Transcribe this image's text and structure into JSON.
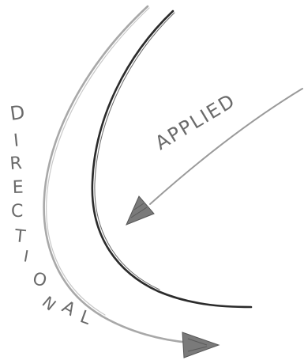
{
  "diagram": {
    "applied_label": "APPLIED",
    "directional_letters": [
      "D",
      "I",
      "R",
      "E",
      "C",
      "T",
      "I",
      "O",
      "N",
      "A",
      "L"
    ]
  },
  "colors": {
    "background": "#ffffff",
    "pencil_dark": "#2b2b2b",
    "pencil_mid": "#8a8a8a",
    "pencil_light": "#b3b3b3",
    "arrow_fill": "#7a7a7a"
  }
}
